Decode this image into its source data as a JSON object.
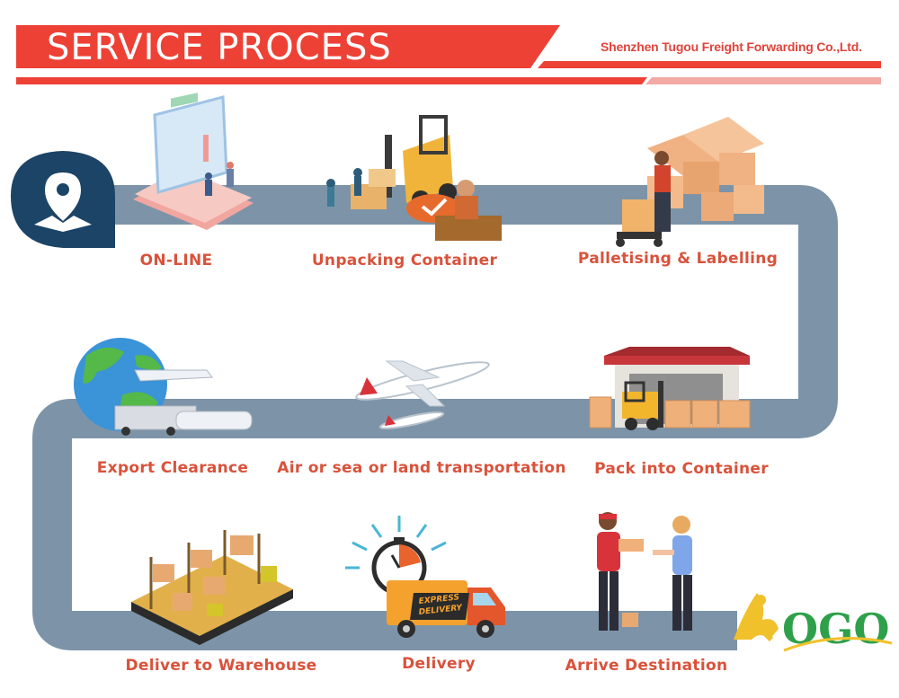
{
  "header": {
    "title": "SERVICE PROCESS",
    "company": "Shenzhen Tugou Freight Forwarding Co.,Ltd.",
    "accent_color": "#ee4136"
  },
  "steps": [
    {
      "label": "ON-LINE",
      "icon": "monitor-icon"
    },
    {
      "label": "Unpacking Container",
      "icon": "forklift-icon"
    },
    {
      "label": "Palletising & Labelling",
      "icon": "pallet-boxes-icon"
    },
    {
      "label": "Pack into Container",
      "icon": "warehouse-icon"
    },
    {
      "label": "Air or sea or land transportation",
      "icon": "airplane-icon"
    },
    {
      "label": "Export Clearance",
      "icon": "globe-icon"
    },
    {
      "label": "Deliver to Warehouse",
      "icon": "shelves-icon"
    },
    {
      "label": "Delivery",
      "icon": "express-truck-icon"
    },
    {
      "label": "Arrive Destination",
      "icon": "handover-icon"
    }
  ],
  "truck_text": {
    "line1": "EXPRESS",
    "line2": "DELIVERY"
  },
  "logo_text": "OGO",
  "colors": {
    "path": "#7d94a8",
    "label": "#d9523b",
    "pin": "#1c4466"
  }
}
